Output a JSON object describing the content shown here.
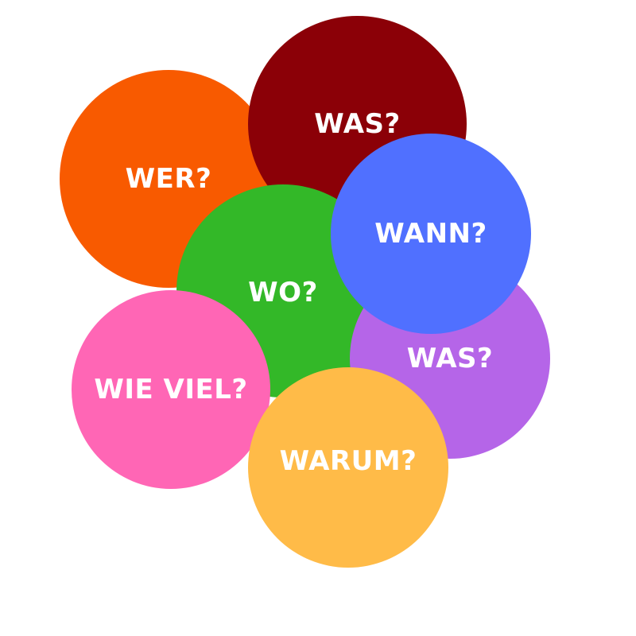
{
  "circles": [
    {
      "id": "wer",
      "label": "WER?",
      "color": "#F85A00"
    },
    {
      "id": "was-top",
      "label": "WAS?",
      "color": "#8B0007"
    },
    {
      "id": "wo",
      "label": "WO?",
      "color": "#33B828"
    },
    {
      "id": "was-bottom",
      "label": "WAS?",
      "color": "#B565E8"
    },
    {
      "id": "wann",
      "label": "WANN?",
      "color": "#5070FF"
    },
    {
      "id": "wie-viel",
      "label": "WIE VIEL?",
      "color": "#FF66B5"
    },
    {
      "id": "warum",
      "label": "WARUM?",
      "color": "#FFBB48"
    }
  ]
}
